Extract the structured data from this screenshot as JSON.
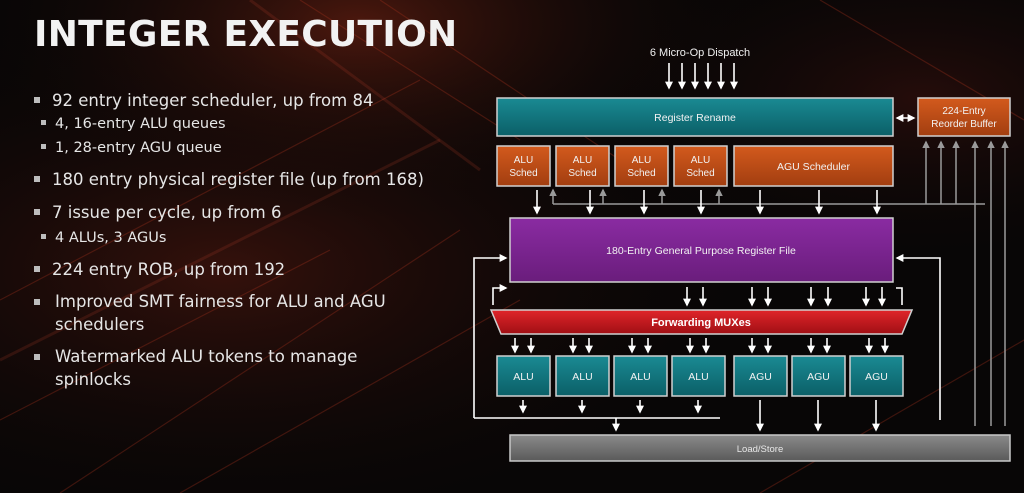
{
  "slide": {
    "title": "INTEGER EXECUTION",
    "bullets": [
      {
        "level": 1,
        "text": "92 entry integer scheduler, up from 84"
      },
      {
        "level": 2,
        "text": "4, 16-entry ALU queues"
      },
      {
        "level": 2,
        "text": "1, 28-entry AGU queue"
      },
      {
        "level": 1,
        "text": "180 entry physical register file (up from 168)"
      },
      {
        "level": 1,
        "text": "7 issue per cycle, up from 6"
      },
      {
        "level": 2,
        "text": "4 ALUs, 3 AGUs"
      },
      {
        "level": 1,
        "text": "224 entry ROB, up from 192"
      },
      {
        "level": 1,
        "text": "Improved SMT fairness for ALU and AGU schedulers"
      },
      {
        "level": 1,
        "text": "Watermarked ALU tokens to manage spinlocks"
      }
    ]
  },
  "diagram": {
    "dispatch_label": "6 Micro-Op Dispatch",
    "register_rename": "Register Rename",
    "reorder_buffer": [
      "224-Entry",
      "Reorder Buffer"
    ],
    "alu_sched": [
      "ALU",
      "Sched"
    ],
    "agu_scheduler": "AGU Scheduler",
    "register_file": "180-Entry General Purpose Register File",
    "forwarding": "Forwarding MUXes",
    "alu": "ALU",
    "agu": "AGU",
    "load_store": "Load/Store",
    "colors": {
      "teal": "#0f7680",
      "orange": "#c14e16",
      "purple": "#7b2490",
      "red": "#c8151b",
      "gray": "#6e6e6e",
      "alu_teal": "#137a83"
    }
  }
}
